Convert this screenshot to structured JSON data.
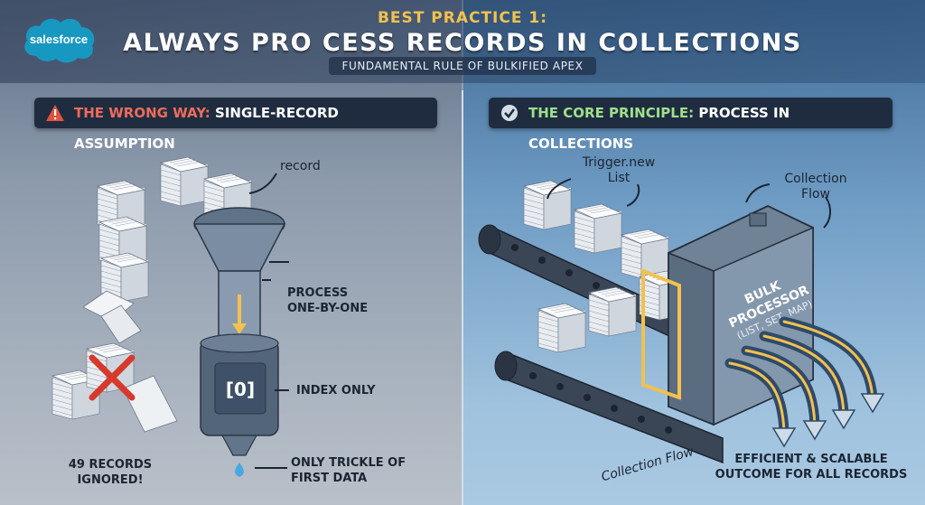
{
  "header": {
    "brand": "salesforce",
    "kicker": "BEST PRACTICE 1:",
    "title": "ALWAYS PRO CESS RECORDS IN COLLECTIONS",
    "tagline": "FUNDAMENTAL RULE OF BULKIFIED APEX"
  },
  "left_panel": {
    "heading_accent": "THE WRONG WAY:",
    "heading_rest": " SINGLE-RECORD ASSUMPTION",
    "labels": {
      "record": "record",
      "process_line1": "PROCESS",
      "process_line2": "ONE-BY-ONE",
      "index_badge": "[0]",
      "index_only": "INDEX ONLY",
      "ignored_line1": "49 RECORDS",
      "ignored_line2": "IGNORED!",
      "trickle_line1": "ONLY TRICKLE OF",
      "trickle_line2": "FIRST DATA"
    },
    "icons": [
      "warning-icon",
      "red-x-icon",
      "funnel-icon",
      "droplet-icon"
    ]
  },
  "right_panel": {
    "heading_accent": "THE CORE PRINCIPLE:",
    "heading_rest": " PROCESS IN COLLECTIONS",
    "labels": {
      "trigger_line1": "Trigger.new",
      "trigger_line2": "List",
      "collection_flow_top_line1": "Collection",
      "collection_flow_top_line2": "Flow",
      "processor_line1": "BULK",
      "processor_line2": "PROCESSOR",
      "processor_line3": "(LIST, SET, MAP)",
      "collection_flow_bottom": "Collection Flow",
      "outcome_line1": "EFFICIENT & SCALABLE",
      "outcome_line2": "OUTCOME FOR ALL RECORDS"
    },
    "icons": [
      "checkmark-icon",
      "conveyor-belt-icon",
      "bulk-processor-icon",
      "output-arrow-icon"
    ]
  },
  "colors": {
    "accent_gold": "#f2c14e",
    "wrong_red": "#ee6b5b",
    "principle_green": "#9fe08a",
    "pill_bg": "#1f2c40",
    "brand_blue": "#1798c1"
  }
}
